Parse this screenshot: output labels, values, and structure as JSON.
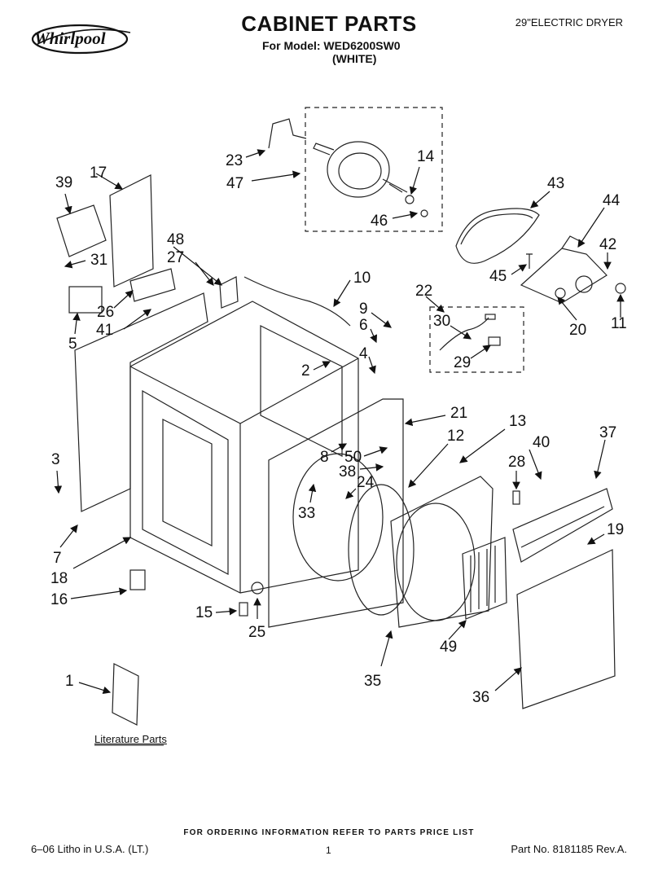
{
  "header": {
    "brand": "Whirlpool",
    "title": "CABINET PARTS",
    "model_line": "For Model: WED6200SW0",
    "variant": "(WHITE)",
    "product": "29\"ELECTRIC DRYER"
  },
  "callouts": [
    "23",
    "47",
    "14",
    "46",
    "43",
    "44",
    "42",
    "45",
    "20",
    "11",
    "17",
    "39",
    "48",
    "27",
    "31",
    "26",
    "41",
    "5",
    "10",
    "22",
    "30",
    "29",
    "9",
    "6",
    "4",
    "2",
    "21",
    "12",
    "13",
    "40",
    "37",
    "8",
    "50",
    "38",
    "28",
    "3",
    "24",
    "33",
    "19",
    "7",
    "18",
    "16",
    "15",
    "25",
    "49",
    "35",
    "36",
    "1"
  ],
  "literature_label": "Literature Parts",
  "footer": {
    "note": "FOR ORDERING INFORMATION REFER TO PARTS PRICE LIST",
    "litho": "6–06 Litho in U.S.A. (LT.)",
    "page": "1",
    "part_no": "Part No. 8181185 Rev.A."
  }
}
